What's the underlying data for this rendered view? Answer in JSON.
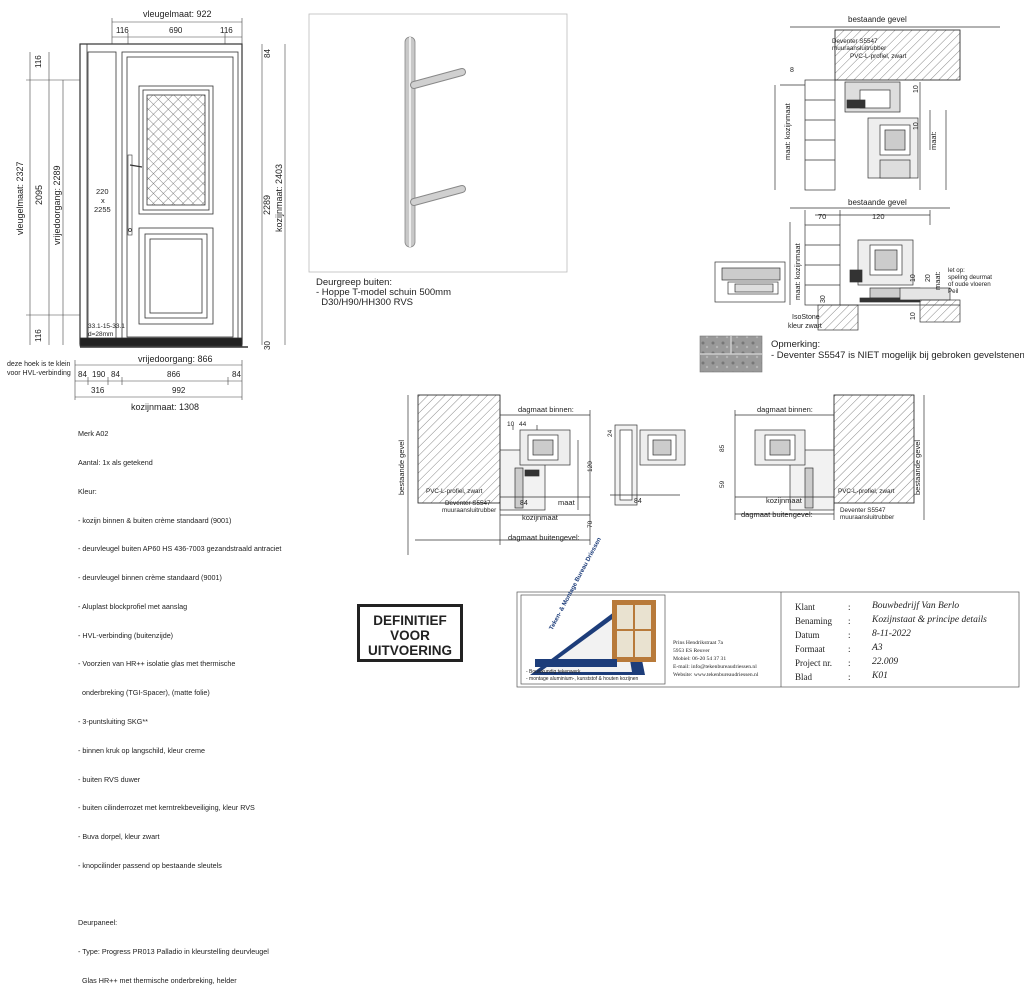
{
  "door": {
    "dims": {
      "vleugelmaat_top": "vleugelmaat: 922",
      "top_116_left": "116",
      "top_690": "690",
      "top_116_right": "116",
      "left_116_top": "116",
      "left_116_bottom": "116",
      "vleugelmaat_height": "vleugelmaat: 2327",
      "dim_2095": "2095",
      "vrijedoorgang_height": "vrijedoorgang: 2289",
      "right_84": "84",
      "right_2289": "2289",
      "kozijnmaat_height": "kozijnmaat: 2403",
      "right_30": "30",
      "glass_220": "220",
      "glass_x": "x",
      "glass_2255": "2255",
      "threshold_note": "33.1-15-33.1",
      "threshold_d": "d=28mm",
      "corner_note_1": "deze hoek is te klein",
      "corner_note_2": "voor HVL-verbinding",
      "vrijedoorgang_width": "vrijedoorgang: 866",
      "b_84a": "84",
      "b_190": "190",
      "b_84b": "84",
      "b_866": "866",
      "b_84c": "84",
      "b_316": "316",
      "b_992": "992",
      "kozijnmaat_width": "kozijnmaat: 1308"
    },
    "spec_lines": [
      "Merk A02",
      "Aantal: 1x als getekend",
      "Kleur:",
      "- kozijn binnen & buiten crème standaard (9001)",
      "- deurvleugel buiten AP60 HS 436-7003 gezandstraald antraciet",
      "- deurvleugel binnen crème standaard (9001)",
      "- Aluplast blockprofiel met aanslag",
      "- HVL-verbinding (buitenzijde)",
      "- Voorzien van HR++ isolatie glas met thermische",
      "  onderbreking (TGI-Spacer), (matte folie)",
      "- 3-puntsluiting SKG**",
      "- binnen kruk op langschild, kleur creme",
      "- buiten RVS duwer",
      "- buiten cilinderrozet met kerntrekbeveiliging, kleur RVS",
      "- Buva dorpel, kleur zwart",
      "- knopcilinder passend op bestaande sleutels",
      "",
      "Deurpaneel:",
      "- Type: Progress PR013 Palladio in kleurstelling deurvleugel",
      "  Glas HR++ met thermische onderbreking, helder"
    ]
  },
  "handle": {
    "caption_1": "Deurgreep buiten:",
    "caption_2": "- Hoppe T-model schuin 500mm",
    "caption_3": "  D30/H90/HH300 RVS"
  },
  "section_top": {
    "bestaande_gevel": "bestaande gevel",
    "deventer": "Deventer S5547",
    "muuraansluitrubber": "muuraansluitrubber",
    "pvc": "PVC-L-profiel, zwart",
    "maat_kozijnmaat": "maat: kozijnmaat",
    "maat": "maat:",
    "d8": "8",
    "d10a": "10",
    "d10b": "10"
  },
  "section_bottom": {
    "bestaande_gevel": "bestaande gevel",
    "d70": "70",
    "d120": "120",
    "maat_kozijnmaat": "maat: kozijnmaat",
    "maat": "maat:",
    "d30": "30",
    "d10": "10",
    "d20": "20",
    "d10b": "10",
    "let_op_1": "let op:",
    "let_op_2": "speling deurmat",
    "let_op_3": "of oude vloeren",
    "let_op_4": "Peil",
    "isostone_1": "IsoStone",
    "isostone_2": "kleur zwart"
  },
  "remark": {
    "title": "Opmerking:",
    "text": "- Deventer S5547 is NIET mogelijk bij gebroken gevelstenen"
  },
  "plan_left": {
    "dagmaat_binnen": "dagmaat binnen:",
    "d10": "10",
    "d44": "44",
    "bestaande_gevel": "bestaande gevel",
    "d120": "120",
    "pvc": "PVC-L-profiel, zwart",
    "deventer": "Deventer S5547",
    "muuraansluitrubber": "muuraansluitrubber",
    "d84": "84",
    "maat": "maat",
    "kozijnmaat": "kozijnmaat",
    "d70": "70",
    "dagmaat_buitengevel": "dagmaat buitengevel:"
  },
  "plan_right": {
    "dagmaat_binnen": "dagmaat binnen:",
    "d24": "24",
    "d85": "85",
    "d59": "59",
    "d84": "84",
    "kozijnmaat": "kozijnmaat",
    "bestaande_gevel": "bestaande gevel",
    "pvc": "PVC-L-profiel, zwart",
    "deventer": "Deventer S5547",
    "muuraansluitrubber": "muuraansluitrubber",
    "dagmaat_buitengevel": "dagmaat buitengevel:"
  },
  "stamp": {
    "line1": "DEFINITIEF",
    "line2": "VOOR",
    "line3": "UITVOERING"
  },
  "company": {
    "logo_text": "Teken- & Montage Bureau Driessen",
    "addr_1": "Prins Hendrikstraat 7a",
    "addr_2": "5953 ES Reuver",
    "addr_3": "Mobiel:  06-20 54 37 31",
    "addr_4": "E-mail:  info@tekenbureaudriessen.nl",
    "addr_5": "Website: www.tekenbureaudriessen.nl",
    "bullet_1": "- Bouwkundig tekenwerk",
    "bullet_2": "- montage aluminium-, kunststof & houten kozijnen"
  },
  "title_block": {
    "rows": [
      {
        "label": "Klant",
        "value": "Bouwbedrijf Van Berlo"
      },
      {
        "label": "Benaming",
        "value": "Kozijnstaat & principe details"
      },
      {
        "label": "Datum",
        "value": "8-11-2022"
      },
      {
        "label": "Formaat",
        "value": "A3"
      },
      {
        "label": "Project nr.",
        "value": "22.009"
      },
      {
        "label": "Blad",
        "value": "K01"
      }
    ],
    "colon": ":"
  }
}
